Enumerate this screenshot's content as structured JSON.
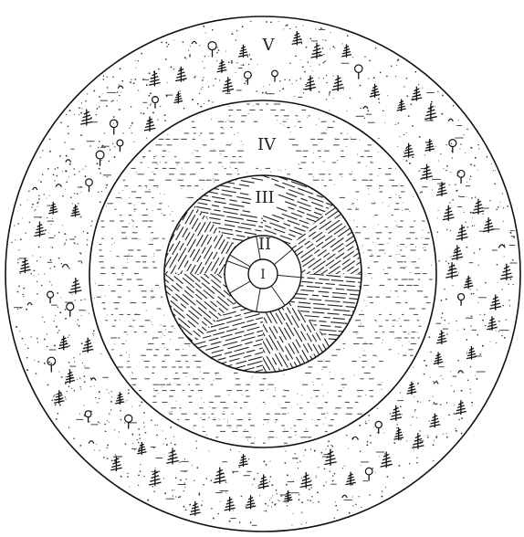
{
  "diagram": {
    "zones": [
      {
        "id": "I",
        "label": "I",
        "pattern": "spokes"
      },
      {
        "id": "II",
        "label": "II",
        "pattern": "plain"
      },
      {
        "id": "III",
        "label": "III",
        "pattern": "hatched-fields"
      },
      {
        "id": "IV",
        "label": "IV",
        "pattern": "dashed-pasture"
      },
      {
        "id": "V",
        "label": "V",
        "pattern": "forest-trees"
      }
    ]
  }
}
